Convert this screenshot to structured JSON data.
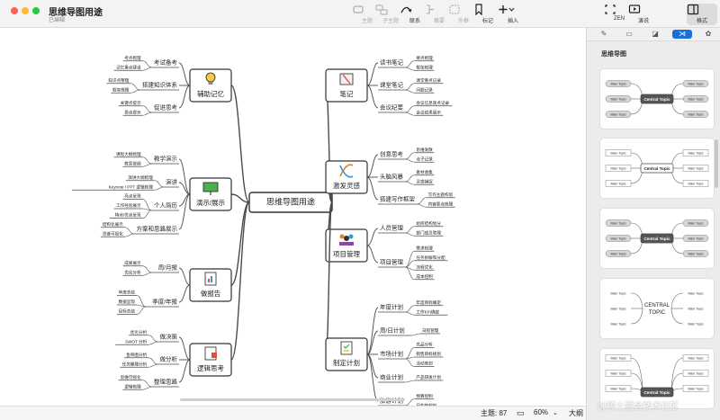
{
  "window": {
    "title": "思维导图用途",
    "status": "已编辑"
  },
  "toolbar": {
    "items": [
      {
        "label": "主题",
        "icon": "topic-icon",
        "enabled": false
      },
      {
        "label": "子主题",
        "icon": "subtopic-icon",
        "enabled": false
      },
      {
        "label": "联系",
        "icon": "relationship-icon",
        "enabled": true
      },
      {
        "label": "概要",
        "icon": "summary-icon",
        "enabled": false
      },
      {
        "label": "外框",
        "icon": "boundary-icon",
        "enabled": false
      },
      {
        "label": "标记",
        "icon": "marker-icon",
        "enabled": true
      },
      {
        "label": "插入",
        "icon": "insert-icon",
        "enabled": true
      },
      {
        "label": "ZEN",
        "icon": "zen-icon",
        "enabled": true
      },
      {
        "label": "演说",
        "icon": "pitch-icon",
        "enabled": true
      },
      {
        "label": "格式",
        "icon": "format-icon",
        "enabled": true
      }
    ]
  },
  "mindmap": {
    "central": "思维导图用途",
    "branches": [
      {
        "label": "辅助记忆",
        "icon": "lightbulb-icon",
        "subs": [
          {
            "label": "考试备考",
            "leaves": [
              "考点梳理",
              "记忆重点建设"
            ]
          },
          {
            "label": "搭建知识体系",
            "leaves": [
              "知识点整理",
              "框架梳理"
            ]
          },
          {
            "label": "促进思考",
            "leaves": [
              "关键点提示",
              "要点提示"
            ]
          }
        ]
      },
      {
        "label": "演示/展示",
        "icon": "presentation-icon",
        "subs": [
          {
            "label": "教学演示",
            "leaves": [
              "课程大纲梳理",
              "教案提纲"
            ]
          },
          {
            "label": "演讲",
            "leaves": [
              "演讲大纲梳理",
              "Keynote / PPT 逻辑梳理"
            ]
          },
          {
            "label": "个人简历",
            "leaves": [
              "亮点呈现",
              "工作经验展示",
              "特点/优点呈现"
            ]
          },
          {
            "label": "方案和思路展示",
            "leaves": [
              "结构化展示",
              "思维可视化"
            ]
          }
        ]
      },
      {
        "label": "做报告",
        "icon": "report-icon",
        "subs": [
          {
            "label": "周/月报",
            "leaves": [
              "成果展示",
              "优化分析"
            ]
          },
          {
            "label": "季度/年报",
            "leaves": [
              "年度总结",
              "数据呈现",
              "目标总结"
            ]
          }
        ]
      },
      {
        "label": "逻辑思考",
        "icon": "logic-icon",
        "subs": [
          {
            "label": "做决策",
            "leaves": [
              "优劣分析",
              "SWOT 分析"
            ]
          },
          {
            "label": "做分析",
            "leaves": [
              "鱼骨图分析",
              "任务推理分析"
            ]
          },
          {
            "label": "整理思路",
            "leaves": [
              "思维可视化",
              "逻辑梳理"
            ]
          }
        ]
      },
      {
        "label": "笔记",
        "icon": "notebook-icon",
        "subs": [
          {
            "label": "读书笔记",
            "leaves": [
              "要点梳理",
              "框架梳理"
            ]
          },
          {
            "label": "课堂笔记",
            "leaves": [
              "课堂重点记录",
              "问题记录"
            ]
          },
          {
            "label": "会议纪要",
            "leaves": [
              "会议信息观点记录",
              "会议结果展示"
            ]
          }
        ]
      },
      {
        "label": "激发灵感",
        "icon": "dna-icon",
        "subs": [
          {
            "label": "创意思考",
            "leaves": [
              "思维发散",
              "点子记录"
            ]
          },
          {
            "label": "头脑风暴",
            "leaves": [
              "素材收集",
              "灵感捕捉"
            ]
          },
          {
            "label": "搭建写作框架",
            "leaves": [
              "写作主题构思",
              "内容要点梳理"
            ]
          }
        ]
      },
      {
        "label": "项目管理",
        "icon": "team-icon",
        "subs": [
          {
            "label": "人员管理",
            "leaves": [
              "组织结构划分",
              "部门成员管理"
            ]
          },
          {
            "label": "项目管理",
            "leaves": [
              "需求梳理",
              "任务拆解和分配",
              "流程优化",
              "成本控制"
            ]
          }
        ]
      },
      {
        "label": "制定计划",
        "icon": "plan-icon",
        "subs": [
          {
            "label": "年度计划",
            "leaves": [
              "年度目标确定",
              "工作KPI确定"
            ]
          },
          {
            "label": "周/日计划",
            "leaves": [
              "日程管理"
            ]
          },
          {
            "label": "市场计划",
            "leaves": [
              "竞品分析",
              "销售目标规划",
              "活动策划"
            ]
          },
          {
            "label": "商业计划",
            "leaves": [
              "产品研发计划"
            ]
          },
          {
            "label": "旅游计划",
            "leaves": [
              "预算控制",
              "目的地规划"
            ]
          }
        ]
      }
    ]
  },
  "statusbar": {
    "topic_count": "主题: 87",
    "zoom": "60%",
    "outline_label": "大纲"
  },
  "panel": {
    "tabs": [
      "pen-icon",
      "pitch-icon",
      "sticker-icon",
      "theme-icon",
      "settings-icon"
    ],
    "section_title": "思维导图",
    "cards": [
      {
        "central": "Central Topic",
        "main": "Main Topic",
        "style": "rounded-gray"
      },
      {
        "central": "Central Topic",
        "main": "Main Topic",
        "style": "outline"
      },
      {
        "central": "Central Topic",
        "main": "Main Topic",
        "style": "dark-gray"
      },
      {
        "central": "CENTRAL TOPIC",
        "main": "Main Topic",
        "style": "plain"
      },
      {
        "central": "Central Topic",
        "main": "Main Topic",
        "style": "dark-bottom"
      }
    ]
  },
  "colors": {
    "accent": "#1a6fd8",
    "line": "#4a4a4a",
    "tab_active": "#1a6fd8"
  },
  "watermark": "@稀土掘金技术社区"
}
